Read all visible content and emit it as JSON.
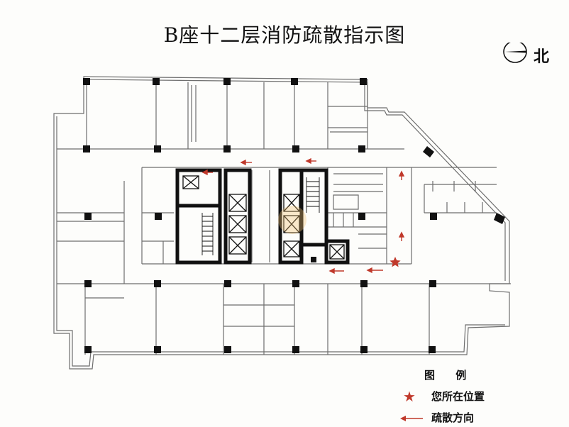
{
  "title": "B座十二层消防疏散指示图",
  "north": {
    "label": "北",
    "icon": "compass-arrow-icon"
  },
  "legend": {
    "heading": "图 例",
    "items": [
      {
        "label": "您所在位置",
        "icon": "star-icon",
        "color": "#c0392b"
      },
      {
        "label": "疏散方向",
        "icon": "arrow-icon",
        "color": "#c0392b"
      }
    ]
  },
  "colors": {
    "wall": "#6e6e6e",
    "core": "#111111",
    "column": "#111111",
    "arrow": "#c0392b",
    "star": "#c0392b"
  }
}
